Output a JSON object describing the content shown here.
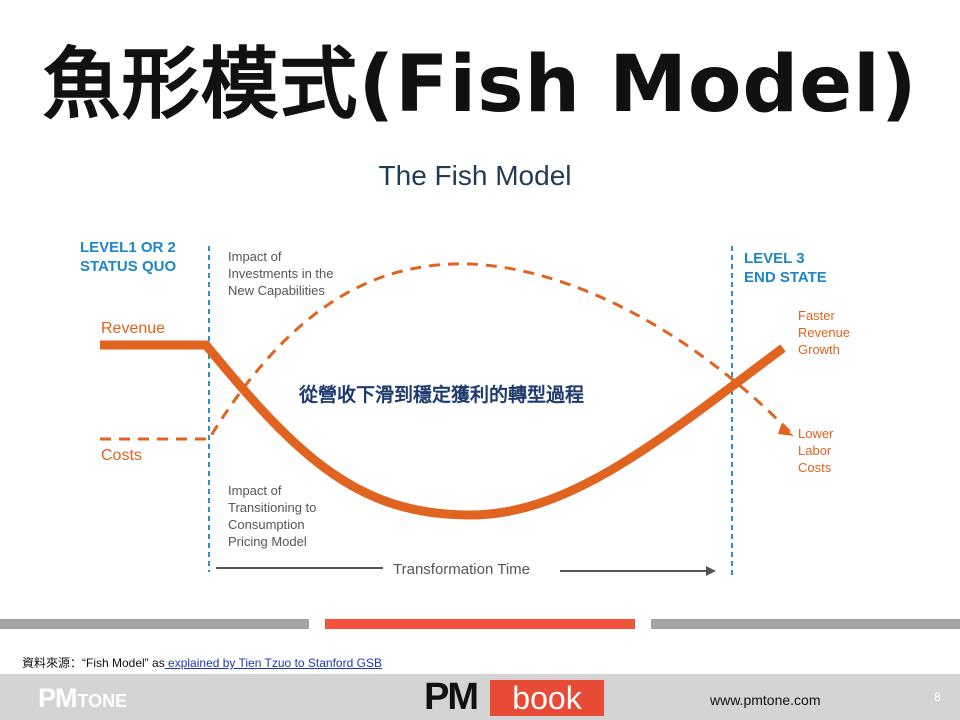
{
  "slide": {
    "title": "魚形模式(Fish Model)",
    "page_number": "8"
  },
  "figure": {
    "title": "The Fish Model",
    "left_state": [
      "LEVEL1 OR 2",
      "STATUS QUO"
    ],
    "right_state": [
      "LEVEL 3",
      "END STATE"
    ],
    "revenue_label": "Revenue",
    "costs_label": "Costs",
    "investment_impact": [
      "Impact of",
      "Investments in the",
      "New Capabilities"
    ],
    "transition_impact": [
      "Impact of",
      "Transitioning to",
      "Consumption",
      "Pricing Model"
    ],
    "faster_revenue": [
      "Faster",
      "Revenue",
      "Growth"
    ],
    "lower_costs": [
      "Lower",
      "Labor",
      "Costs"
    ],
    "time_axis": "Transformation Time",
    "annotation": "從營收下滑到穩定獲利的轉型過程",
    "colors": {
      "revenue": "#e0631f",
      "costs": "#e0631f",
      "state_label": "#1b87c4",
      "divider": "#2a90c8",
      "text": "#555555",
      "annotation": "#1f3b6e"
    }
  },
  "source": {
    "prefix": "資料來源：“Fish Model” as",
    "link_text": " explained by Tien Tzuo to Stanford GSB"
  },
  "footer": {
    "left_logo_main": "PM",
    "left_logo_sub": "TONE",
    "center_logo_main": "PM",
    "center_logo_word": "book",
    "website": "www.pmtone.com"
  }
}
